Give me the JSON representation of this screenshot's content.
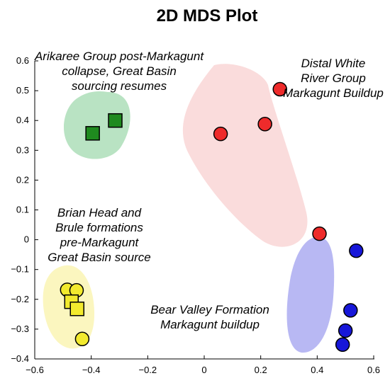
{
  "chart_data": {
    "type": "scatter",
    "title": "2D MDS Plot",
    "xlabel": "",
    "ylabel": "",
    "xlim": [
      -0.6,
      0.6
    ],
    "ylim": [
      -0.4,
      0.6
    ],
    "xticks": [
      "−0.6",
      "−0.4",
      "−0.2",
      "0",
      "0.2",
      "0.4",
      "0.6"
    ],
    "yticks": [
      "0.6",
      "0.5",
      "0.4",
      "0.3",
      "0.2",
      "0.1",
      "0",
      "−0.1",
      "−0.2",
      "−0.3",
      "−0.4"
    ],
    "grid": false,
    "legend": "none",
    "groups": [
      {
        "label_lines": [
          "Arikaree Group post-Markagunt",
          "collapse, Great Basin",
          "sourcing resumes"
        ],
        "marker": "square",
        "color": "#1f8a1f",
        "hull_color": "#b9e3c3",
        "points": [
          [
            -0.395,
            0.357
          ],
          [
            -0.315,
            0.4
          ]
        ]
      },
      {
        "label_lines": [
          "Distal White",
          "River Group",
          "Markagunt Buildup"
        ],
        "marker": "circle",
        "color": "#ee2b2b",
        "hull_color": "#fadcdc",
        "points": [
          [
            0.268,
            0.505
          ],
          [
            0.215,
            0.388
          ],
          [
            0.058,
            0.355
          ],
          [
            0.408,
            0.02
          ]
        ]
      },
      {
        "label_lines": [
          "Brian Head and",
          "Brule formations",
          "pre-Markagunt",
          "Great Basin source"
        ],
        "marker": "mixed",
        "color": "#f2ea2e",
        "hull_color": "#fbf6bf",
        "points": [
          [
            -0.485,
            -0.168
          ],
          [
            -0.452,
            -0.17
          ],
          [
            -0.47,
            -0.208
          ],
          [
            -0.45,
            -0.232
          ],
          [
            -0.432,
            -0.333
          ]
        ],
        "markers": [
          "circle",
          "circle",
          "square",
          "square",
          "circle"
        ]
      },
      {
        "label_lines": [
          "Bear Valley Formation",
          "Markagunt buildup"
        ],
        "marker": "circle",
        "color": "#1717d9",
        "hull_color": "#b8b8f3",
        "points": [
          [
            0.538,
            -0.037
          ],
          [
            0.518,
            -0.237
          ],
          [
            0.5,
            -0.305
          ],
          [
            0.49,
            -0.352
          ]
        ]
      }
    ]
  }
}
